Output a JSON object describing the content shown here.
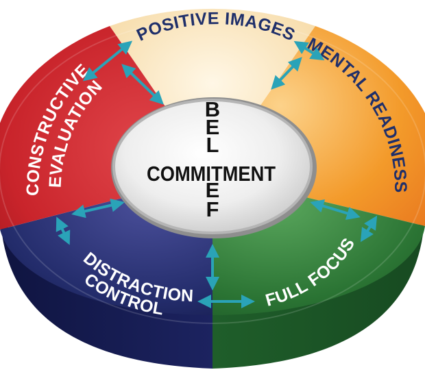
{
  "diagram": {
    "center": {
      "vertical_word": "BELIEF",
      "horizontal_word": "COMMITMENT"
    },
    "segments": [
      {
        "key": "positive_images",
        "label": "POSITIVE IMAGES",
        "color": "#fbe4b8",
        "text_color": "#1f2f6a"
      },
      {
        "key": "mental_readiness",
        "label": "MENTAL READINESS",
        "color": "#f39a2a",
        "text_color": "#1f2f6a"
      },
      {
        "key": "full_focus",
        "label": "FULL FOCUS",
        "color": "#2f7d3a",
        "text_color": "#ffffff"
      },
      {
        "key": "distraction_control",
        "label": "DISTRACTION CONTROL",
        "color": "#232c6b",
        "text_color": "#ffffff"
      },
      {
        "key": "constructive_evaluation",
        "label": "CONSTRUCTIVE EVALUATION",
        "color": "#cf2a2f",
        "text_color": "#ffffff"
      }
    ],
    "arrow_color": "#2aa3b8"
  }
}
